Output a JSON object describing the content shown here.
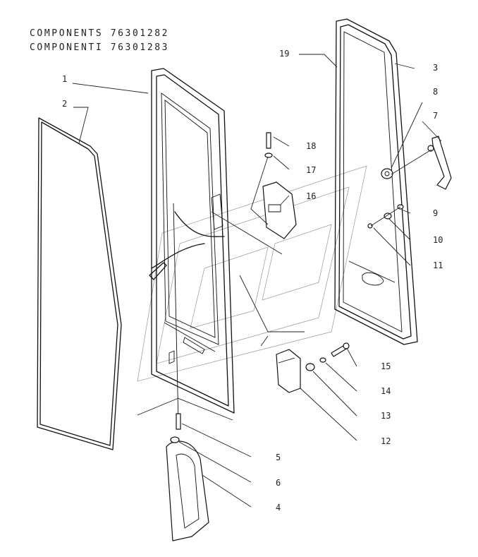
{
  "header": {
    "line1": "COMPONENTS 76301282",
    "line2": "COMPONENTI 76301283"
  },
  "callouts": {
    "c1": "1",
    "c2": "2",
    "c3": "3",
    "c4": "4",
    "c5": "5",
    "c6": "6",
    "c7": "7",
    "c8": "8",
    "c9": "9",
    "c10": "10",
    "c11": "11",
    "c12": "12",
    "c13": "13",
    "c14": "14",
    "c15": "15",
    "c16": "16",
    "c17": "17",
    "c18": "18",
    "c19": "19"
  }
}
